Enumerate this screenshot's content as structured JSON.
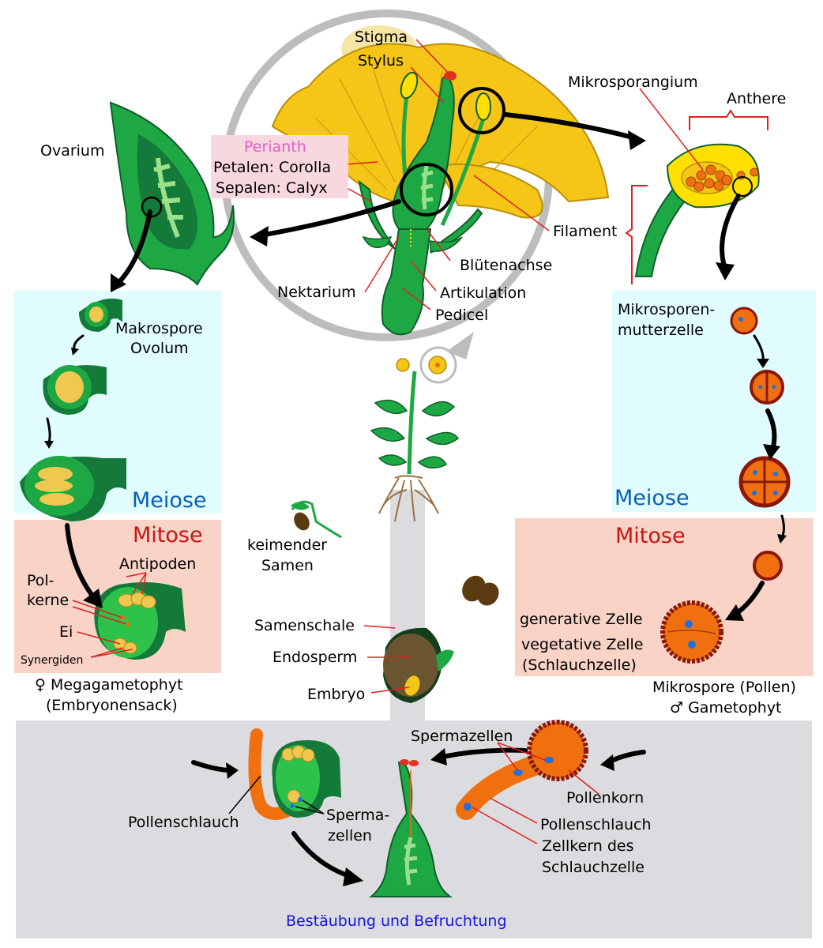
{
  "labels": {
    "stigma": "Stigma",
    "stylus": "Stylus",
    "mikrosporangium": "Mikrosporangium",
    "anthere": "Anthere",
    "ovarium": "Ovarium",
    "perianth": "Perianth",
    "petalen": "Petalen: Corolla",
    "sepalen": "Sepalen: Calyx",
    "filament": "Filament",
    "bluetenachse": "Blütenachse",
    "nektarium": "Nektarium",
    "artikulation": "Artikulation",
    "pedicel": "Pedicel",
    "makrospore": "Makrospore",
    "ovolum": "Ovolum",
    "mikrosporen_1": "Mikrosporen-",
    "mikrosporen_2": "mutterzelle",
    "meiose_left": "Meiose",
    "meiose_right": "Meiose",
    "mitose_left": "Mitose",
    "mitose_right": "Mitose",
    "antipoden": "Antipoden",
    "polkerne_1": "Pol-",
    "polkerne_2": "kerne",
    "ei": "Ei",
    "synergiden": "Synergiden",
    "megagametophyt": "♀ Megagametophyt",
    "embryonensack": "(Embryonensack)",
    "keimender": "keimender",
    "samen": "Samen",
    "samenschale": "Samenschale",
    "endosperm": "Endosperm",
    "embryo": "Embryo",
    "generative_zelle": "generative Zelle",
    "vegetative_zelle": "vegetative Zelle",
    "schlauchzelle": "(Schlauchzelle)",
    "mikrospore_pollen": "Mikrospore (Pollen)",
    "gametophyt": "♂ Gametophyt",
    "spermazellen_top": "Spermazellen",
    "pollenkorn": "Pollenkorn",
    "pollenschlauch_left": "Pollenschlauch",
    "spermazellen_left_1": "Sperma-",
    "spermazellen_left_2": "zellen",
    "pollenschlauch_right": "Pollenschlauch",
    "zellkern_1": "Zellkern des",
    "zellkern_2": "Schlauchzelle",
    "bestaeubung": "Bestäubung und Befruchtung"
  },
  "colors": {
    "meiose_bg": "#e0fcff",
    "mitose_bg": "#f8d3c6",
    "bottom_bg": "#dcdce0",
    "perianth_box": "#f8d7de",
    "petal": "#f5c518",
    "green_dark": "#137a3a",
    "green_mid": "#1ea843",
    "green_light": "#2dc24a",
    "pollen_orange": "#f07010",
    "meiose_text": "#0a5fb4",
    "mitose_text": "#c81414",
    "caption_text": "#1414e6",
    "perianth_text": "#e060c8"
  }
}
